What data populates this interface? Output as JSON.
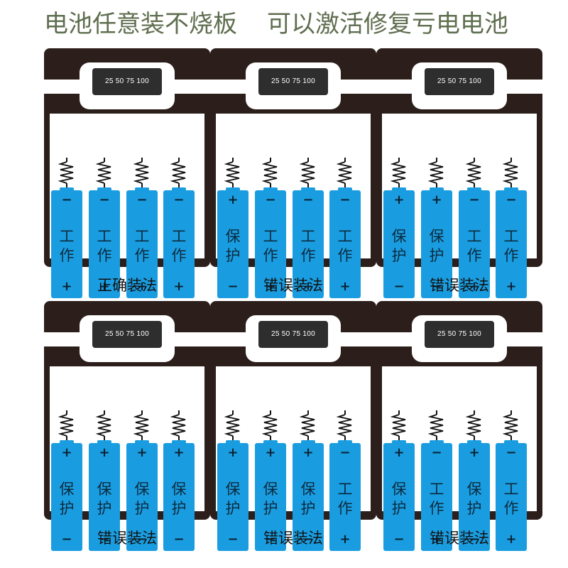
{
  "headline": {
    "left": "电池任意装不烧板",
    "right": "可以激活修复亏电电池"
  },
  "battery_level_readout": "25 50 75 100",
  "status_words": {
    "work": "工作",
    "protect": "保护"
  },
  "panels": [
    {
      "caption": "正确装法",
      "cells": [
        {
          "top_sign": "−",
          "bottom_sign": "+",
          "status": "工作"
        },
        {
          "top_sign": "−",
          "bottom_sign": "+",
          "status": "工作"
        },
        {
          "top_sign": "−",
          "bottom_sign": "+",
          "status": "工作"
        },
        {
          "top_sign": "−",
          "bottom_sign": "+",
          "status": "工作"
        }
      ]
    },
    {
      "caption": "错误装法",
      "cells": [
        {
          "top_sign": "+",
          "bottom_sign": "−",
          "status": "保护"
        },
        {
          "top_sign": "−",
          "bottom_sign": "+",
          "status": "工作"
        },
        {
          "top_sign": "−",
          "bottom_sign": "+",
          "status": "工作"
        },
        {
          "top_sign": "−",
          "bottom_sign": "+",
          "status": "工作"
        }
      ]
    },
    {
      "caption": "错误装法",
      "cells": [
        {
          "top_sign": "+",
          "bottom_sign": "−",
          "status": "保护"
        },
        {
          "top_sign": "+",
          "bottom_sign": "−",
          "status": "保护"
        },
        {
          "top_sign": "−",
          "bottom_sign": "+",
          "status": "工作"
        },
        {
          "top_sign": "−",
          "bottom_sign": "+",
          "status": "工作"
        }
      ]
    },
    {
      "caption": "错误装法",
      "cells": [
        {
          "top_sign": "+",
          "bottom_sign": "−",
          "status": "保护"
        },
        {
          "top_sign": "+",
          "bottom_sign": "−",
          "status": "保护"
        },
        {
          "top_sign": "+",
          "bottom_sign": "−",
          "status": "保护"
        },
        {
          "top_sign": "+",
          "bottom_sign": "−",
          "status": "保护"
        }
      ]
    },
    {
      "caption": "错误装法",
      "cells": [
        {
          "top_sign": "+",
          "bottom_sign": "−",
          "status": "保护"
        },
        {
          "top_sign": "+",
          "bottom_sign": "−",
          "status": "保护"
        },
        {
          "top_sign": "+",
          "bottom_sign": "−",
          "status": "保护"
        },
        {
          "top_sign": "−",
          "bottom_sign": "+",
          "status": "工作"
        }
      ]
    },
    {
      "caption": "错误装法",
      "cells": [
        {
          "top_sign": "+",
          "bottom_sign": "−",
          "status": "保护"
        },
        {
          "top_sign": "−",
          "bottom_sign": "+",
          "status": "工作"
        },
        {
          "top_sign": "+",
          "bottom_sign": "−",
          "status": "保护"
        },
        {
          "top_sign": "−",
          "bottom_sign": "+",
          "status": "工作"
        }
      ]
    }
  ],
  "colors": {
    "headline": "#5f6e4f",
    "case": "#2c1e1a",
    "cell": "#1a9de0",
    "screen": "#2e2e2e"
  }
}
